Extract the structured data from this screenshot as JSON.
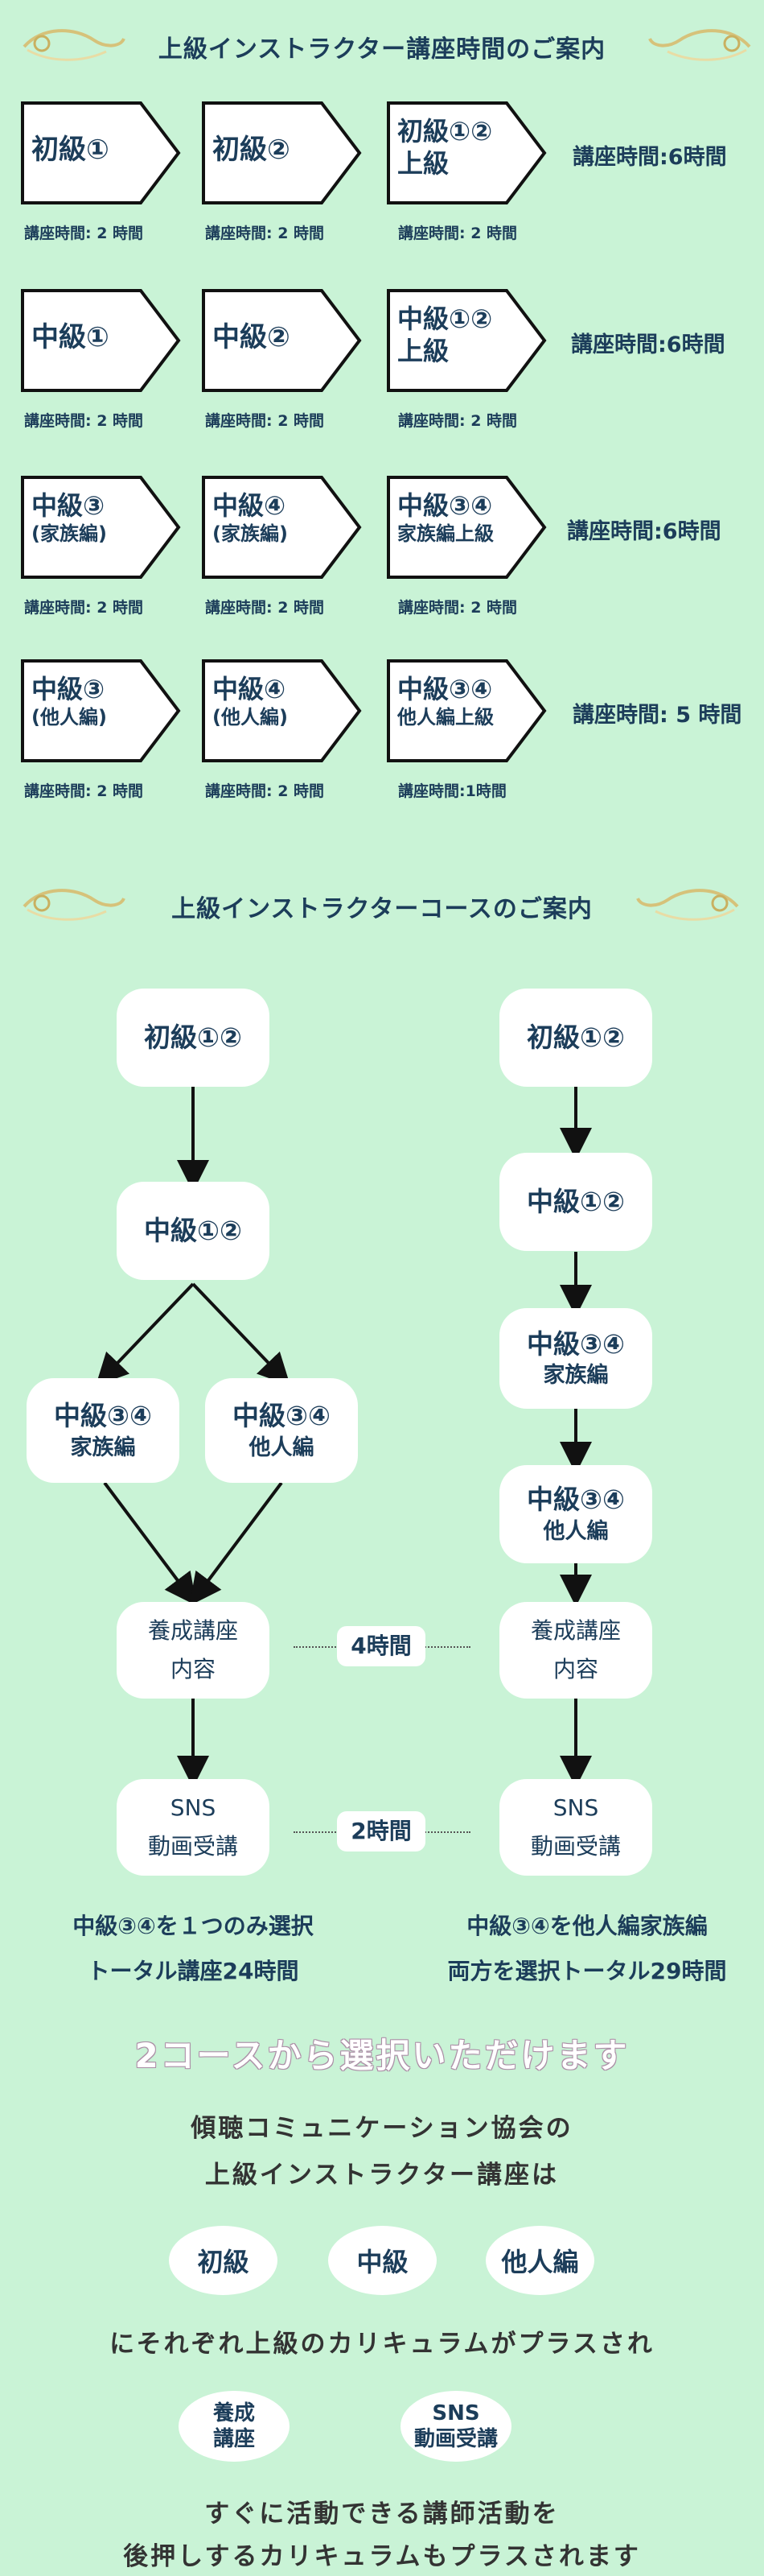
{
  "section1": {
    "title": "上級インストラクター講座時間のご案内",
    "rows": [
      {
        "boxes": [
          {
            "lines": [
              "初級①"
            ],
            "time": "講座時間: 2 時間"
          },
          {
            "lines": [
              "初級②"
            ],
            "time": "講座時間: 2 時間"
          },
          {
            "lines": [
              "初級①②",
              "上級"
            ],
            "time": "講座時間: 2 時間"
          }
        ],
        "total": "講座時間:6時間"
      },
      {
        "boxes": [
          {
            "lines": [
              "中級①"
            ],
            "time": "講座時間: 2 時間"
          },
          {
            "lines": [
              "中級②"
            ],
            "time": "講座時間: 2 時間"
          },
          {
            "lines": [
              "中級①②",
              "上級"
            ],
            "time": "講座時間: 2 時間"
          }
        ],
        "total": "講座時間:6時間"
      },
      {
        "boxes": [
          {
            "lines": [
              "中級③",
              "(家族編)"
            ],
            "time": "講座時間: 2 時間"
          },
          {
            "lines": [
              "中級④",
              "(家族編)"
            ],
            "time": "講座時間: 2 時間"
          },
          {
            "lines": [
              "中級③④",
              "家族編上級"
            ],
            "time": "講座時間: 2 時間"
          }
        ],
        "total": "講座時間:6時間"
      },
      {
        "boxes": [
          {
            "lines": [
              "中級③",
              "(他人編)"
            ],
            "time": "講座時間: 2 時間"
          },
          {
            "lines": [
              "中級④",
              "(他人編)"
            ],
            "time": "講座時間: 2 時間"
          },
          {
            "lines": [
              "中級③④",
              "他人編上級"
            ],
            "time": "講座時間:1時間"
          }
        ],
        "total": "講座時間: 5 時間"
      }
    ]
  },
  "section2": {
    "title": "上級インストラクターコースのご案内",
    "left": {
      "n1": "初級①②",
      "n2": "中級①②",
      "n3a": [
        "中級③④",
        "家族編"
      ],
      "n3b": [
        "中級③④",
        "他人編"
      ],
      "n4": [
        "養成講座",
        "内容"
      ],
      "n5": [
        "SNS",
        "動画受講"
      ],
      "summary": [
        "中級③④を１つのみ選択",
        "トータル講座24時間"
      ]
    },
    "right": {
      "n1": "初級①②",
      "n2": "中級①②",
      "n3": [
        "中級③④",
        "家族編"
      ],
      "n4": [
        "中級③④",
        "他人編"
      ],
      "n5": [
        "養成講座",
        "内容"
      ],
      "n6": [
        "SNS",
        "動画受講"
      ],
      "summary": [
        "中級③④を他人編家族編",
        "両方を選択トータル29時間"
      ]
    },
    "mid1": "4時間",
    "mid2": "2時間"
  },
  "section3": {
    "headline": "2コースから選択いただけます",
    "p1": "傾聴コミュニケーション協会の",
    "p2": "上級インストラクター講座は",
    "tags": [
      "初級",
      "中級",
      "他人編"
    ],
    "p3": "にそれぞれ上級のカリキュラムがプラスされ",
    "extras": [
      [
        "養成",
        "講座"
      ],
      [
        "SNS",
        "動画受講"
      ]
    ],
    "p4": "すぐに活動できる講師活動を",
    "p5": "後押しするカリキュラムもプラスされます"
  },
  "colors": {
    "background": "#c9f3d6",
    "text": "#1c3d5a",
    "ornament": "#d9c98a"
  },
  "icons": {
    "ornament": "gold-flourish-icon"
  }
}
